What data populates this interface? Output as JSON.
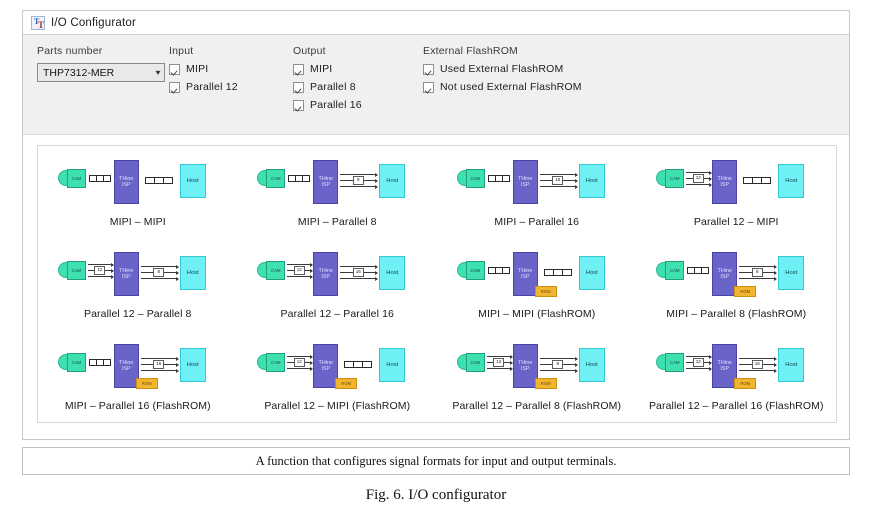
{
  "window": {
    "title": "I/O Configurator",
    "icon": "text-tool-icon"
  },
  "settings": {
    "parts": {
      "label": "Parts number",
      "selected": "THP7312-MER",
      "caret": "chevron-down-icon"
    },
    "input": {
      "label": "Input",
      "options": [
        {
          "label": "MIPI",
          "checked": true
        },
        {
          "label": "Parallel 12",
          "checked": true
        }
      ]
    },
    "output": {
      "label": "Output",
      "options": [
        {
          "label": "MIPI",
          "checked": true
        },
        {
          "label": "Parallel 8",
          "checked": true
        },
        {
          "label": "Parallel 16",
          "checked": true
        }
      ]
    },
    "flashrom": {
      "label": "External FlashROM",
      "options": [
        {
          "label": "Used External FlashROM",
          "checked": true
        },
        {
          "label": "Not used External FlashROM",
          "checked": true
        }
      ]
    }
  },
  "blocks": {
    "camera": "CAM",
    "isp_line1": "THine",
    "isp_line2": "ISP",
    "host": "Host",
    "rom": "ROM"
  },
  "colors": {
    "camera": "#3fe0b0",
    "isp": "#6a63c8",
    "host": "#6ef0f5",
    "rom": "#f2b530",
    "panel": "#f0f0f0"
  },
  "diagrams": [
    [
      {
        "label": "MIPI – MIPI",
        "in": "mipi",
        "in_width": "",
        "out": "mipi",
        "out_width": "",
        "rom": false
      },
      {
        "label": "MIPI – Parallel 8",
        "in": "mipi",
        "in_width": "",
        "out": "parallel",
        "out_width": "8",
        "rom": false
      },
      {
        "label": "MIPI – Parallel 16",
        "in": "mipi",
        "in_width": "",
        "out": "parallel",
        "out_width": "16",
        "rom": false
      },
      {
        "label": "Parallel 12 – MIPI",
        "in": "parallel",
        "in_width": "12",
        "out": "mipi",
        "out_width": "",
        "rom": false
      }
    ],
    [
      {
        "label": "Parallel 12 – Parallel 8",
        "in": "parallel",
        "in_width": "12",
        "out": "parallel",
        "out_width": "8",
        "rom": false
      },
      {
        "label": "Parallel 12 – Parallel 16",
        "in": "parallel",
        "in_width": "12",
        "out": "parallel",
        "out_width": "16",
        "rom": false
      },
      {
        "label": "MIPI – MIPI (FlashROM)",
        "in": "mipi",
        "in_width": "",
        "out": "mipi",
        "out_width": "",
        "rom": true
      },
      {
        "label": "MIPI – Parallel 8 (FlashROM)",
        "in": "mipi",
        "in_width": "",
        "out": "parallel",
        "out_width": "8",
        "rom": true
      }
    ],
    [
      {
        "label": "MIPI – Parallel 16 (FlashROM)",
        "in": "mipi",
        "in_width": "",
        "out": "parallel",
        "out_width": "16",
        "rom": true
      },
      {
        "label": "Parallel 12 – MIPI (FlashROM)",
        "in": "parallel",
        "in_width": "12",
        "out": "mipi",
        "out_width": "",
        "rom": true
      },
      {
        "label": "Parallel 12 – Parallel 8 (FlashROM)",
        "in": "parallel",
        "in_width": "12",
        "out": "parallel",
        "out_width": "8",
        "rom": true
      },
      {
        "label": "Parallel 12 – Parallel 16 (FlashROM)",
        "in": "parallel",
        "in_width": "12",
        "out": "parallel",
        "out_width": "16",
        "rom": true
      }
    ]
  ],
  "description": "A function that configures signal formats for input and output terminals.",
  "figure_caption": "Fig. 6. I/O configurator"
}
